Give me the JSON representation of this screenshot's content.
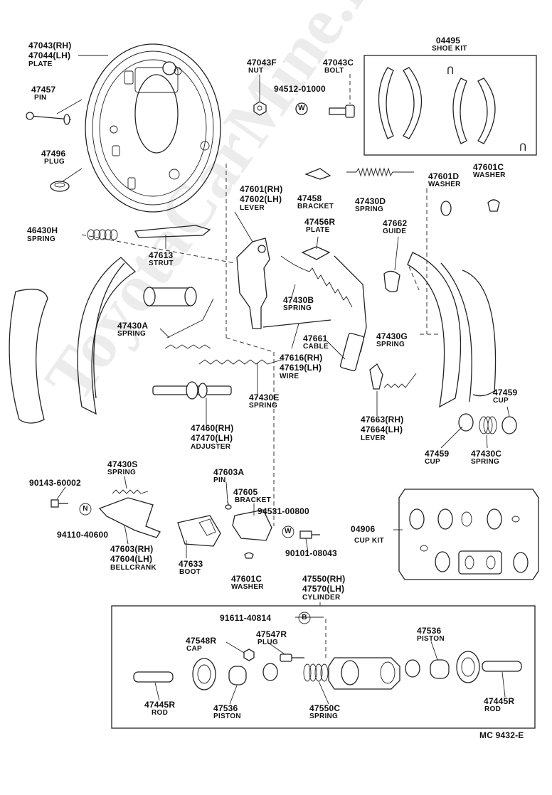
{
  "watermark": "ToyotaCarMine.ru",
  "labels": {
    "p47043_rh": "47043(RH)",
    "p47044_lh": "47044(LH)",
    "plate": "PLATE",
    "p47457": "47457",
    "pin": "PIN",
    "p47496": "47496",
    "plug": "PLUG",
    "p46430H": "46430H",
    "spring_46430H": "SPRING",
    "p47043F": "47043F",
    "nut": "NUT",
    "p94512": "94512-01000",
    "p47043C": "47043C",
    "bolt": "BOLT",
    "p04495": "04495",
    "shoe_kit": "SHOE KIT",
    "p47601D": "47601D",
    "washer_D": "WASHER",
    "p47601C_top": "47601C",
    "washer_C_top": "WASHER",
    "p47601_rh": "47601(RH)",
    "p47602_lh": "47602(LH)",
    "lever_47601": "LEVER",
    "p47458": "47458",
    "bracket_47458": "BRACKET",
    "p47430D": "47430D",
    "spring_D": "SPRING",
    "p47456R": "47456R",
    "plate_47456R": "PLATE",
    "p47662": "47662",
    "guide": "GUIDE",
    "p47613": "47613",
    "strut": "STRUT",
    "p47430B": "47430B",
    "spring_B": "SPRING",
    "p47430A": "47430A",
    "spring_A": "SPRING",
    "p47661": "47661",
    "cable": "CABLE",
    "p47430G": "47430G",
    "spring_G": "SPRING",
    "p47616_rh": "47616(RH)",
    "p47619_lh": "47619(LH)",
    "wire": "WIRE",
    "p47430E": "47430E",
    "spring_E": "SPRING",
    "p47459_top": "47459",
    "cup_top": "CUP",
    "p47663_rh": "47663(RH)",
    "p47664_lh": "47664(LH)",
    "lever_47663": "LEVER",
    "p47460_rh": "47460(RH)",
    "p47470_lh": "47470(LH)",
    "adjuster": "ADJUSTER",
    "p47459_bot": "47459",
    "cup_bot": "CUP",
    "p47430C": "47430C",
    "spring_C": "SPRING",
    "p47430S": "47430S",
    "spring_S": "SPRING",
    "p47603A": "47603A",
    "pin_47603A": "PIN",
    "p90143": "90143-60002",
    "p47605": "47605",
    "bracket_47605": "BRACKET",
    "p94531": "94531-00800",
    "p04906": "04906",
    "cup_kit": "CUP KIT",
    "p94110": "94110-40600",
    "p47603_rh": "47603(RH)",
    "p47604_lh": "47604(LH)",
    "bellcrank": "BELLCRANK",
    "p47633": "47633",
    "boot": "BOOT",
    "p90101": "90101-08043",
    "p47601C_bot": "47601C",
    "washer_C_bot": "WASHER",
    "p47550_rh": "47550(RH)",
    "p47570_lh": "47570(LH)",
    "cylinder": "CYLINDER",
    "p91611": "91611-40814",
    "p47548R": "47548R",
    "cap": "CAP",
    "p47547R": "47547R",
    "plug_47547R": "PLUG",
    "p47536_top": "47536",
    "piston_top": "PISTON",
    "p47445R_left": "47445R",
    "rod_left": "ROD",
    "p47536_bot": "47536",
    "piston_bot": "PISTON",
    "p47550C": "47550C",
    "spring_47550C": "SPRING",
    "p47445R_right": "47445R",
    "rod_right": "ROD",
    "drawing_code": "MC  9432-E",
    "circle_W1": "W",
    "circle_W2": "W",
    "circle_N": "N",
    "circle_B": "B"
  }
}
